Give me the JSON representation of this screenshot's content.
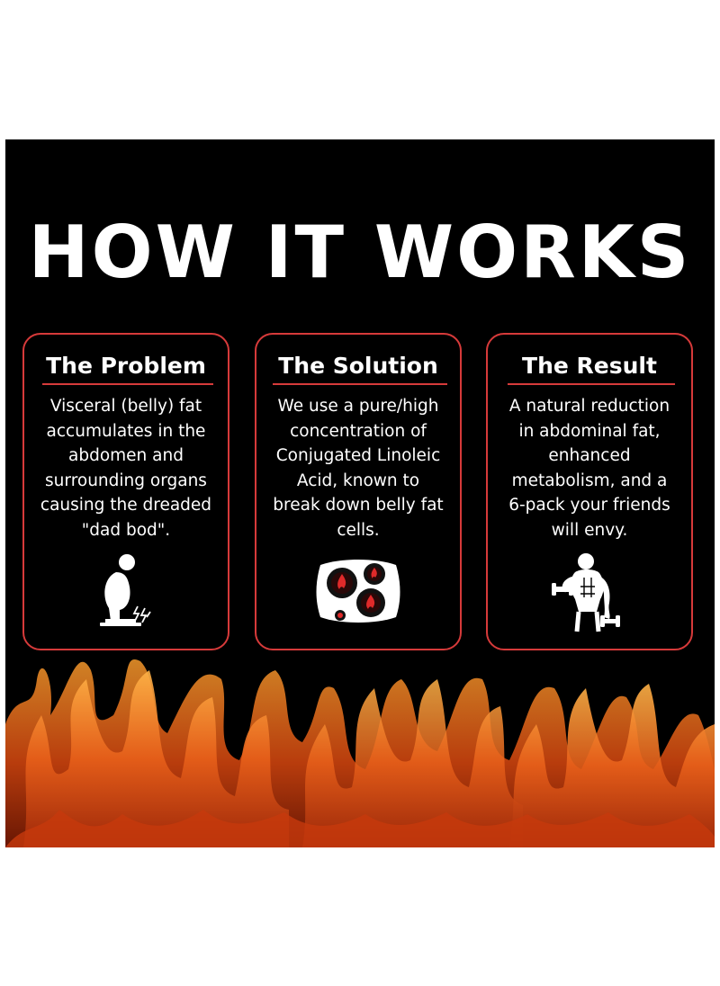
{
  "headline": "HOW IT WORKS",
  "colors": {
    "background": "#000000",
    "accent": "#d63a3a",
    "text": "#ffffff",
    "flame_dark": "#7a1a04",
    "flame_mid": "#d9470f",
    "flame_light": "#f59a2c"
  },
  "cards": [
    {
      "title": "The Problem",
      "lines": [
        "Visceral (belly) fat",
        "accumulates in the",
        "abdomen and",
        "surrounding organs",
        "causing the dreaded",
        "\"dad bod\"."
      ],
      "icon": "overweight-man-on-scale-icon"
    },
    {
      "title": "The Solution",
      "lines": [
        "We use a pure/high",
        "concentration of",
        "Conjugated Linoleic",
        "Acid, known to",
        "break down belly fat",
        "cells."
      ],
      "icon": "fat-burning-cells-icon"
    },
    {
      "title": "The Result",
      "lines": [
        "A natural reduction",
        "in abdominal fat,",
        "enhanced",
        "metabolism, and a",
        "6-pack your friends",
        "will envy."
      ],
      "icon": "muscular-man-dumbbells-icon"
    }
  ]
}
